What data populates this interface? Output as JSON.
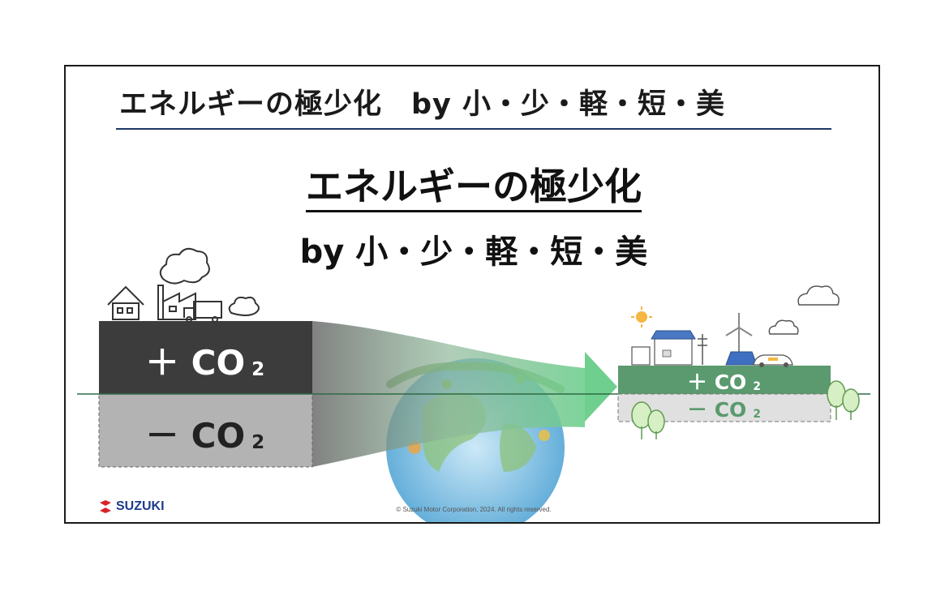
{
  "slide": {
    "header_title": "エネルギーの極少化　by 小・少・軽・短・美",
    "main_title": "エネルギーの極少化",
    "main_subtitle": "by 小・少・軽・短・美"
  },
  "left_box": {
    "plus_label": "＋ CO",
    "plus_sub": "2",
    "minus_label": "－ CO",
    "minus_sub": "2"
  },
  "right_box": {
    "plus_label": "＋ CO",
    "plus_sub": "2",
    "minus_label": "－ CO",
    "minus_sub": "2"
  },
  "footer": {
    "logo_text": "SUZUKI",
    "copyright": "© Suzuki Motor Corporation, 2024. All rights reserved."
  },
  "colors": {
    "header_rule": "#1f3864",
    "left_plus_fill": "#3c3c3c",
    "left_minus_fill": "#b3b3b3",
    "right_plus_fill": "#5a9a6e",
    "right_minus_fill": "#e0e0e0",
    "arrow_green": "#6fcf8f",
    "logo_red": "#d8232a",
    "logo_blue": "#1e3c8c"
  }
}
